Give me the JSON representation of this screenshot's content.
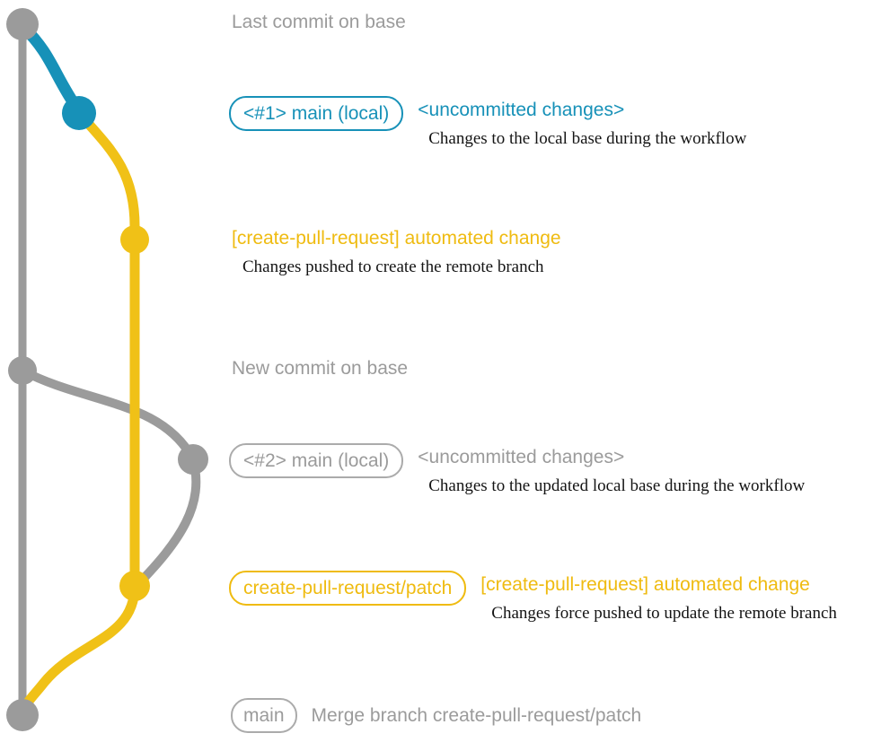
{
  "colors": {
    "gray": "#9B9B9B",
    "teal": "#1791B8",
    "yellow": "#F0C117",
    "description_text": "#141414",
    "background": "#FFFFFF"
  },
  "graph": {
    "branches": [
      {
        "id": "base",
        "color_key": "gray"
      },
      {
        "id": "main-local",
        "color_key": "teal"
      },
      {
        "id": "create-pull-request-patch",
        "color_key": "yellow"
      }
    ],
    "commits": [
      {
        "id": "last-commit-on-base",
        "color_key": "gray"
      },
      {
        "id": "main-local-1",
        "color_key": "teal"
      },
      {
        "id": "automated-change-1",
        "color_key": "yellow"
      },
      {
        "id": "new-commit-on-base",
        "color_key": "gray"
      },
      {
        "id": "main-local-2",
        "color_key": "gray"
      },
      {
        "id": "automated-change-2",
        "color_key": "yellow"
      },
      {
        "id": "merge-commit",
        "color_key": "gray"
      }
    ]
  },
  "annotations": {
    "last_commit": "Last commit on base",
    "main1_pill": "<#1> main (local)",
    "uncommitted1_title": "<uncommitted changes>",
    "uncommitted1_desc": "Changes to the local base during the workflow",
    "cpr_change1_title": "[create-pull-request] automated change",
    "cpr_change1_desc": "Changes pushed to create the remote branch",
    "new_commit": "New commit on base",
    "main2_pill": "<#2> main (local)",
    "uncommitted2_title": "<uncommitted changes>",
    "uncommitted2_desc": "Changes to the updated local base during the workflow",
    "patch_pill": "create-pull-request/patch",
    "cpr_change2_title": "[create-pull-request] automated change",
    "cpr_change2_desc": "Changes force pushed to update the remote branch",
    "main_pill": "main",
    "merge_text": "Merge branch create-pull-request/patch"
  }
}
